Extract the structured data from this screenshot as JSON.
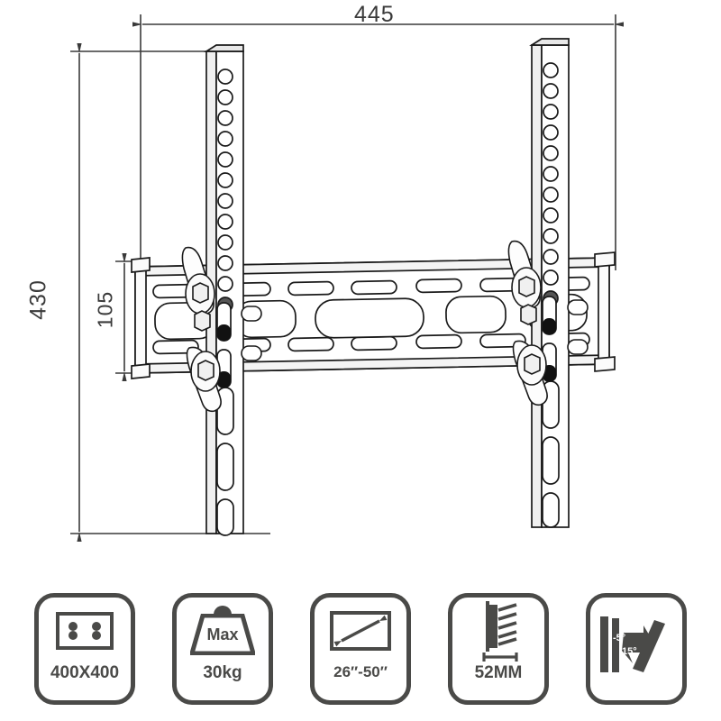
{
  "product": {
    "type": "tilting-tv-wall-mount",
    "view": "front-elevation-technical-drawing"
  },
  "dimensions": {
    "width": "445",
    "height": "430",
    "plate_height": "105",
    "unit": "mm"
  },
  "drawing": {
    "rail_hole_count": 12,
    "rail_slot_count": 3,
    "line_color": "#1a1a1a",
    "dim_color": "#3a3a3a"
  },
  "features": [
    {
      "id": "vesa",
      "icon": "vesa-pattern-icon",
      "label": "400X400"
    },
    {
      "id": "max-weight",
      "icon": "weight-icon",
      "art_text": "Max",
      "label": "30kg"
    },
    {
      "id": "screen-size",
      "icon": "screen-diagonal-icon",
      "label": "26″-50″"
    },
    {
      "id": "wall-distance",
      "icon": "wall-depth-icon",
      "label": "52MM"
    },
    {
      "id": "tilt-angle",
      "icon": "tilt-angle-icon",
      "angle_up": "-5°",
      "angle_down": "15°",
      "label": ""
    }
  ],
  "colors": {
    "icon_stroke": "#4a4a48",
    "drawing_stroke": "#1a1a1a",
    "background": "#ffffff"
  }
}
